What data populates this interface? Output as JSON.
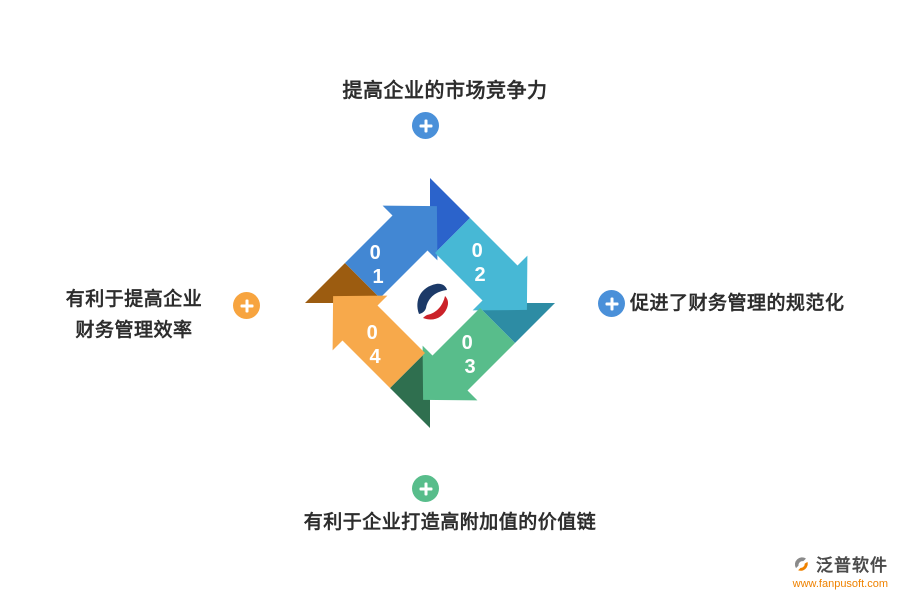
{
  "labels": {
    "top": "提高企业的市场竞争力",
    "right": "促进了财务管理的规范化",
    "left_line1": "有利于提高企业",
    "left_line2": "财务管理效率",
    "bottom": "有利于企业打造高附加值的价值链"
  },
  "steps": [
    {
      "id": "01",
      "digit1": "0",
      "digit2": "1",
      "color": "#4287d3",
      "fold_color": "#9c5c10",
      "label": "提高企业的市场竞争力"
    },
    {
      "id": "02",
      "digit1": "0",
      "digit2": "2",
      "color": "#47b8d5",
      "fold_color": "#2b63cb",
      "label": "促进了财务管理的规范化"
    },
    {
      "id": "03",
      "digit1": "0",
      "digit2": "3",
      "color": "#58bd8b",
      "fold_color": "#2d8ca4",
      "label": "有利于企业打造高附加值的价值链"
    },
    {
      "id": "04",
      "digit1": "0",
      "digit2": "4",
      "color": "#f7a94b",
      "fold_color": "#2f6f4f",
      "label": "有利于提高企业财务管理效率"
    }
  ],
  "plus_icons": {
    "top_color": "#4a90d9",
    "right_color": "#4a90d9",
    "left_color": "#f7a43f",
    "bottom_color": "#58bd8b"
  },
  "logo": {
    "navy": "#1c3a68",
    "red": "#cb2229"
  },
  "watermark": {
    "brand": "泛普软件",
    "url": "www.fanpusoft.com",
    "brand_color": "#4a4a4a",
    "url_color": "#ef8200"
  },
  "colors": {
    "text": "#2d2d2d",
    "background": "#ffffff"
  }
}
